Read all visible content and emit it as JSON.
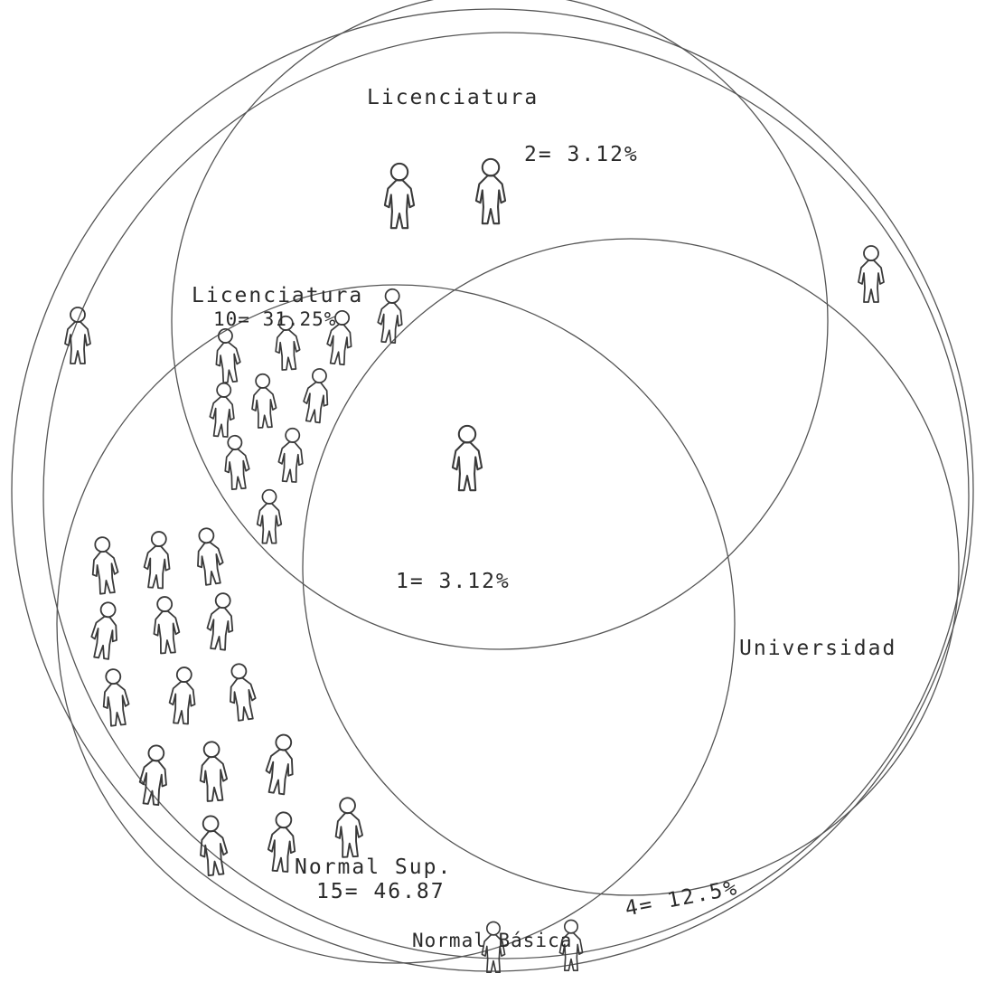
{
  "sets": {
    "licenciatura_top": {
      "label": "Licenciatura",
      "count_label": "2= 3.12%"
    },
    "licenciatura_inner": {
      "label": "Licenciatura",
      "count_label": "10= 31.25%"
    },
    "center": {
      "count_label": "1= 3.12%"
    },
    "universidad": {
      "label": "Universidad",
      "count_label": "4= 12.5%"
    },
    "normal_sup": {
      "label": "Normal Sup.",
      "count_label": "15= 46.87"
    },
    "normal_basica": {
      "label": "Normal Básica"
    }
  },
  "figure_counts": {
    "licenciatura_only": 2,
    "licenciatura_normal_sup": 10,
    "center": 1,
    "normal_sup_only": 15,
    "outside_left": 1,
    "outside_right": 1,
    "normal_basica": 2
  },
  "colors": {
    "ink": "#3a3a3a",
    "lines": "#555555",
    "background": "#ffffff"
  }
}
